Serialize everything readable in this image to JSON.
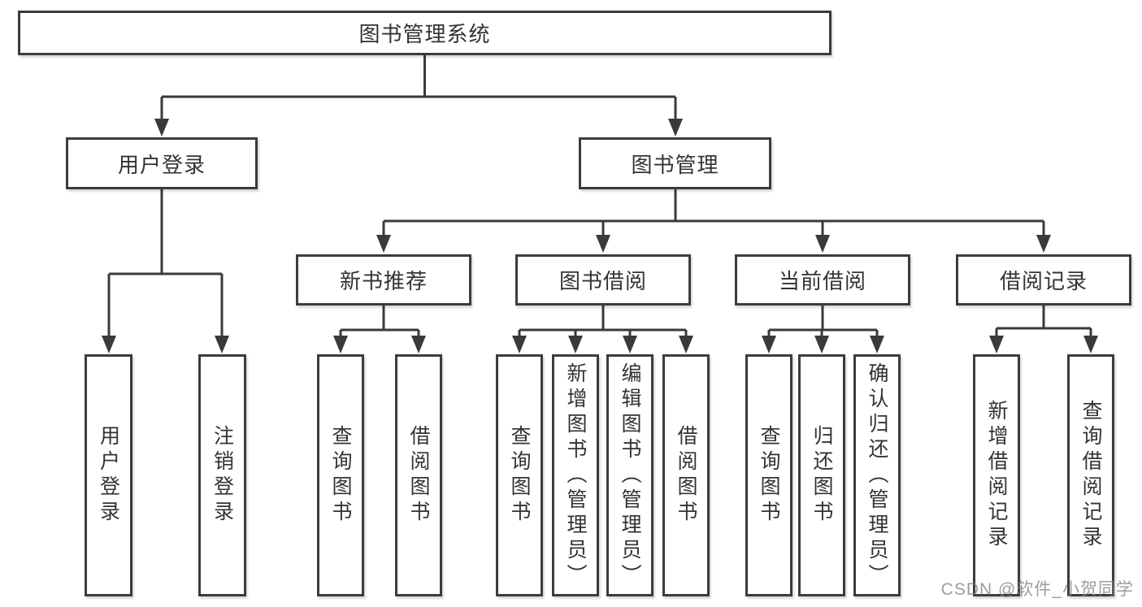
{
  "diagram": {
    "root": {
      "label": "图书管理系统"
    },
    "user": {
      "label": "用户登录",
      "children": [
        "用户登录",
        "注销登录"
      ]
    },
    "books": {
      "label": "图书管理",
      "groups": [
        {
          "label": "新书推荐",
          "children": [
            "查询图书",
            "借阅图书"
          ]
        },
        {
          "label": "图书借阅",
          "children": [
            "查询图书",
            "新增图书（管理员）",
            "编辑图书（管理员）",
            "借阅图书"
          ]
        },
        {
          "label": "当前借阅",
          "children": [
            "查询图书",
            "归还图书",
            "确认归还（管理员）"
          ]
        },
        {
          "label": "借阅记录",
          "children": [
            "新增借阅记录",
            "查询借阅记录"
          ]
        }
      ]
    }
  },
  "colors": {
    "line": "#3a3a3a",
    "border": "#3c3c3c",
    "text": "#333333",
    "watermark": "#828282"
  },
  "watermark": "CSDN @软件_小贺同学"
}
